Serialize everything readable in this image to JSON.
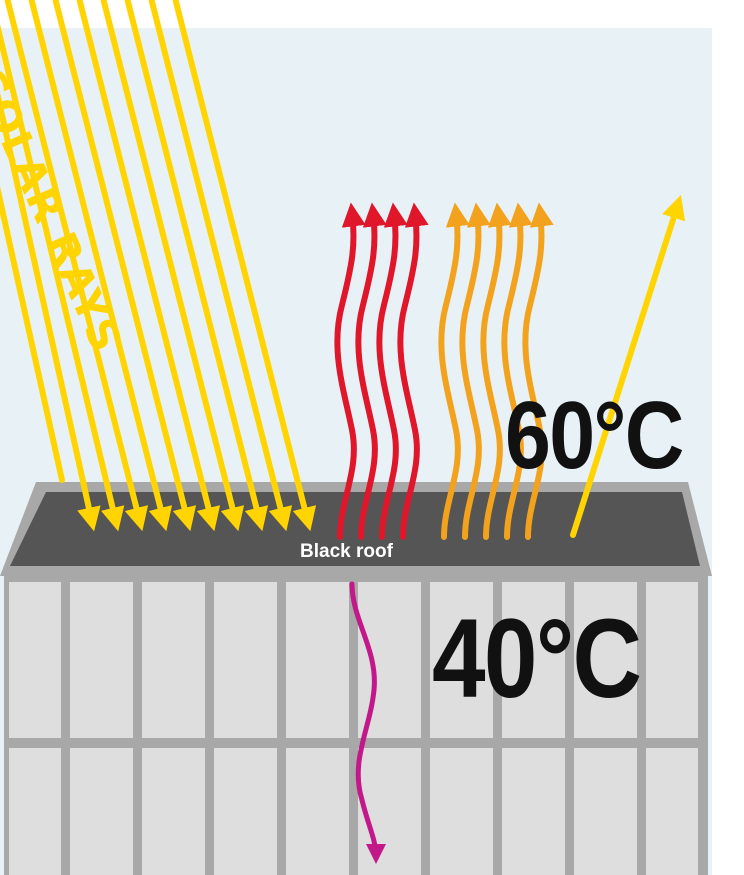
{
  "labels": {
    "solar_rays": "SOLAR RAYS",
    "roof": "Black roof",
    "roof_temperature": "60°C",
    "inside_temperature": "40°C"
  },
  "colors": {
    "sky": "#e8f2f6",
    "solar_ray": "#ffd400",
    "heat_red": "#e0162b",
    "heat_orange": "#f2a21c",
    "reflected_ray": "#ffd400",
    "conducted_heat": "#c2188a",
    "roof": "#555555",
    "building_frame": "#a8a8a8",
    "building_panel": "#dedede"
  }
}
